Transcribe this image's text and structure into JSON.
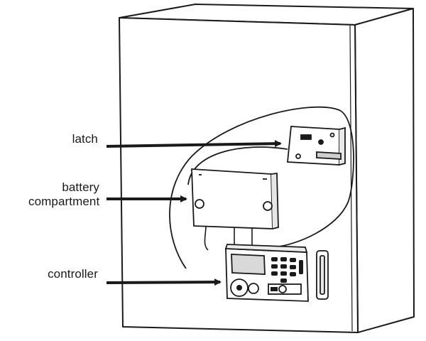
{
  "labels": {
    "latch": "latch",
    "battery_line1": "battery",
    "battery_line2": "compartment",
    "controller": "controller"
  },
  "colors": {
    "line": "#1a1a1a",
    "background": "#ffffff",
    "panel_fill": "#ffffff",
    "screen_fill": "#d9d9d9"
  },
  "icons": {
    "latch": "latch-icon",
    "battery": "battery-compartment-icon",
    "controller": "keypad-controller-icon",
    "handle": "door-handle-icon"
  }
}
